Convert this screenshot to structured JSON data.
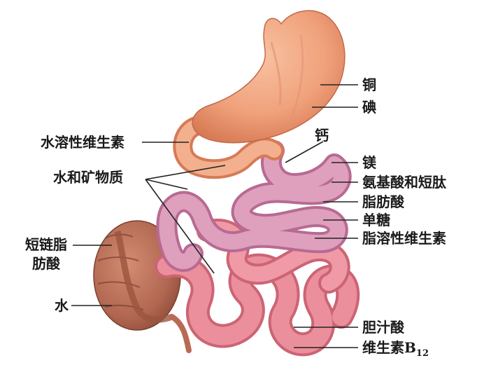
{
  "labels": {
    "copper": "铜",
    "iodine": "碘",
    "calcium": "钙",
    "water_soluble_vitamins": "水溶性维生素",
    "magnesium": "镁",
    "water_and_minerals": "水和矿物质",
    "amino_acids_short_peptides": "氨基酸和短肽",
    "fatty_acids": "脂肪酸",
    "monosaccharides": "单糖",
    "fat_soluble_vitamins": "脂溶性维生素",
    "short_chain_fatty_acids_line1": "短链脂",
    "short_chain_fatty_acids_line2": "肪酸",
    "water": "水",
    "bile_acids": "胆汁酸",
    "vitamin_b12_main": "维生素B",
    "vitamin_b12_sub": "12"
  },
  "colors": {
    "stomach": "#f0a27c",
    "stomach_dark": "#d77a55",
    "small_intestine": "#d995b5",
    "small_intestine_dark": "#b86a92",
    "ileum": "#ec8f9c",
    "ileum_dark": "#cc6474",
    "colon": "#b8705a",
    "colon_dark": "#8c4a38",
    "line": "#222222"
  }
}
